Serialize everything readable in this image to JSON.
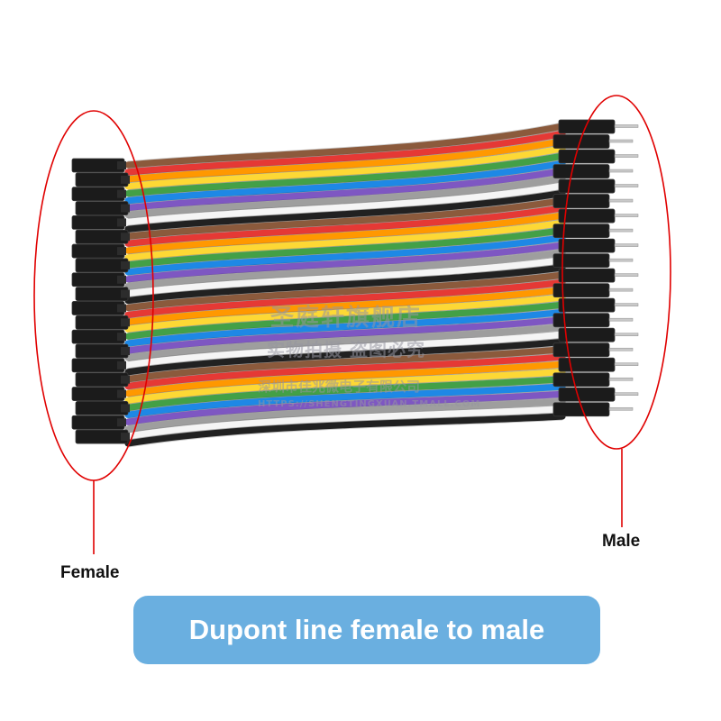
{
  "labels": {
    "female": "Female",
    "male": "Male"
  },
  "banner": {
    "text": "Dupont line female to male"
  },
  "watermark": {
    "line1": "圣庭轩旗舰店",
    "line2": "实物拍摄 盗图必究",
    "line3": "深圳市佳兆微电子有限公司",
    "line4": "HTTPS://SHENGTINGXUAN.TMALL.COM"
  },
  "colors": {
    "wire_sequence": [
      "#8b5a3c",
      "#e53935",
      "#ff9800",
      "#fdd835",
      "#43a047",
      "#1e88e5",
      "#7e57c2",
      "#9e9e9e",
      "#f5f5f5",
      "#212121"
    ],
    "marker": "#e00000",
    "banner": "#6aafe0"
  }
}
